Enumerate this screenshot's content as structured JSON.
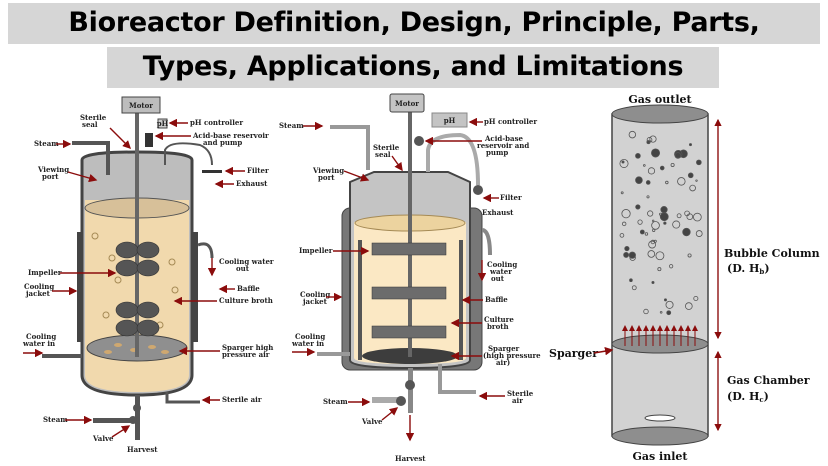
{
  "title": {
    "line1": "Bioreactor Definition, Design, Principle, Parts,",
    "line2": "Types, Applications, and Limitations"
  },
  "diagram1": {
    "motor": "Motor",
    "ph": "pH",
    "labels": {
      "sterile_seal": [
        "Sterile",
        "seal"
      ],
      "ph_controller": "pH controller",
      "acid_base": [
        "Acid-base reservoir",
        "and pump"
      ],
      "steam_top": "Steam",
      "viewing_port": [
        "Viewing",
        "port"
      ],
      "filter": "Filter",
      "exhaust": "Exhaust",
      "cooling_water_out": [
        "Cooling water",
        "out"
      ],
      "impeller": "Impeller",
      "cooling_jacket": [
        "Cooling",
        "jacket"
      ],
      "baffle": "Baffle",
      "culture_broth": "Culture broth",
      "cooling_water_in": [
        "Cooling",
        "water in"
      ],
      "sparger": [
        "Sparger high",
        "pressure air"
      ],
      "sterile_air": "Sterile air",
      "steam_bottom": "Steam",
      "valve": "Valve",
      "harvest": "Harvest"
    }
  },
  "diagram2": {
    "motor": "Motor",
    "ph": "pH",
    "labels": {
      "steam_top": "Steam",
      "ph_controller": "pH controller",
      "acid_base": [
        "Acid-base",
        "reservoir and",
        "pump"
      ],
      "sterile_seal": [
        "Sterile",
        "seal"
      ],
      "viewing_port": [
        "Viewing",
        "port"
      ],
      "filter": "Filter",
      "exhaust": "Exhaust",
      "impeller": "Impeller",
      "cooling_water_out": [
        "Cooling",
        "water",
        "out"
      ],
      "cooling_jacket": [
        "Cooling",
        "jacket"
      ],
      "baffle": "Baffle",
      "culture_broth": [
        "Culture",
        "broth"
      ],
      "cooling_water_in": [
        "Cooling",
        "water in"
      ],
      "sparger": [
        "Sparger",
        "(high pressure",
        "air)"
      ],
      "steam_bottom": "Steam",
      "sterile_air": [
        "Sterile",
        "air"
      ],
      "valve": "Valve",
      "harvest": "Harvest"
    }
  },
  "diagram3": {
    "gas_outlet": "Gas outlet",
    "bubble_column": "Bubble Column",
    "bubble_column_dim": "(D. H",
    "bubble_column_sub": "b",
    "sparger": "Sparger",
    "gas_chamber": "Gas Chamber",
    "gas_chamber_dim": "(D. H",
    "gas_chamber_sub": "c",
    "gas_inlet": "Gas inlet"
  },
  "colors": {
    "title_bg": "#d6d6d6",
    "broth": "#f1d9ad",
    "vessel_gray": "#5f5f5f",
    "arrow_red": "#8b0c0c"
  }
}
